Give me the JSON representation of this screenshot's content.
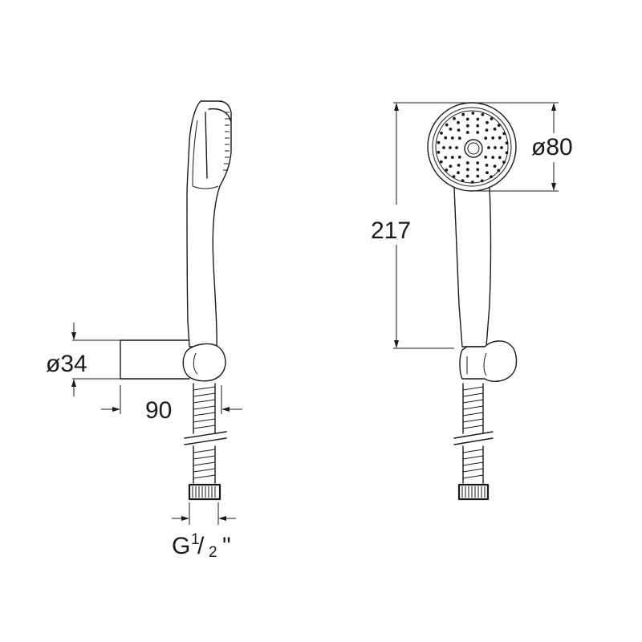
{
  "dimensions": {
    "holder_diameter": "ø34",
    "projection": "90",
    "thread": "G",
    "thread_num": "1",
    "thread_slash": "/",
    "thread_den": "2",
    "thread_inch": "\"",
    "length": "217",
    "head_diameter": "ø80"
  }
}
